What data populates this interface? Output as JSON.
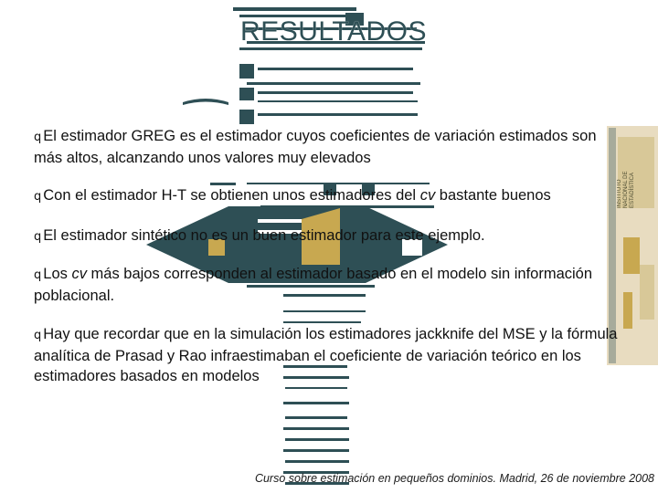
{
  "slide": {
    "title": "RESULTADOS",
    "bullets": [
      {
        "pre": "El estimador GREG es el estimador cuyos coeficientes de variación estimados son más altos, alcanzando unos valores muy elevados",
        "em": "",
        "post": ""
      },
      {
        "pre": "Con el estimador H-T se obtienen unos estimadores del ",
        "em": "cv",
        "post": " bastante buenos"
      },
      {
        "pre": "El estimador sintético no es un buen estimador para este ejemplo.",
        "em": "",
        "post": ""
      },
      {
        "pre": "Los ",
        "em": "cv",
        "post": " más bajos corresponden al estimador basado en el modelo sin información poblacional."
      },
      {
        "pre": "Hay que recordar que en la simulación los estimadores jackknife del MSE y la fórmula analítica de Prasad y Rao infraestimaban el coeficiente de variación teórico en los estimadores basados en modelos",
        "em": "",
        "post": ""
      }
    ],
    "bullet_marker": "q",
    "footer": "Curso sobre estimación en pequeños dominios. Madrid, 26 de noviembre 2008",
    "logo_text": "INSTITUTO NACIONAL DE ESTADÍSTICA"
  },
  "colors": {
    "decor_teal": "#2e4f55",
    "decor_gold": "#c8a850",
    "panel_beige": "#e8dcc0"
  },
  "icons": {
    "bullet": "checkbox-q-glyph"
  }
}
